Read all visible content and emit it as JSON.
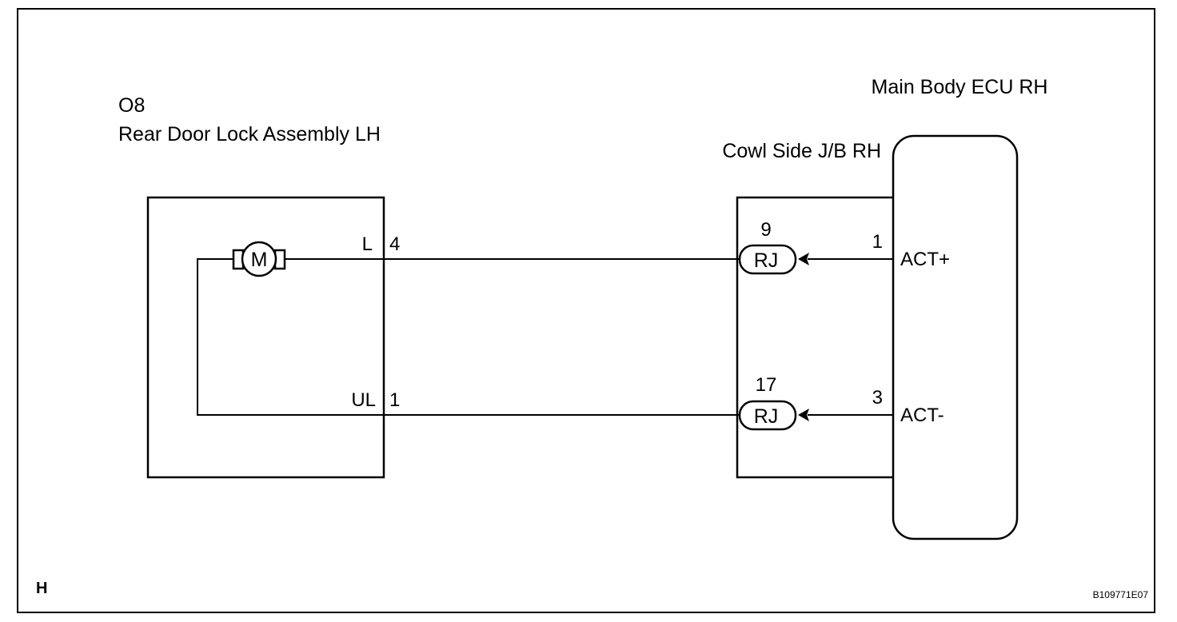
{
  "components": {
    "door_lock": {
      "code": "O8",
      "name": "Rear Door Lock Assembly LH",
      "motor_label": "M",
      "pins": [
        {
          "label": "L",
          "number": "4"
        },
        {
          "label": "UL",
          "number": "1"
        }
      ]
    },
    "junction_block": {
      "name": "Cowl Side J/B RH",
      "connectors": [
        {
          "number": "9",
          "code": "RJ"
        },
        {
          "number": "17",
          "code": "RJ"
        }
      ]
    },
    "ecu": {
      "name": "Main Body ECU RH",
      "pins": [
        {
          "number": "1",
          "label": "ACT+"
        },
        {
          "number": "3",
          "label": "ACT-"
        }
      ]
    }
  },
  "corner_mark": "H",
  "figure_code": "B109771E07"
}
